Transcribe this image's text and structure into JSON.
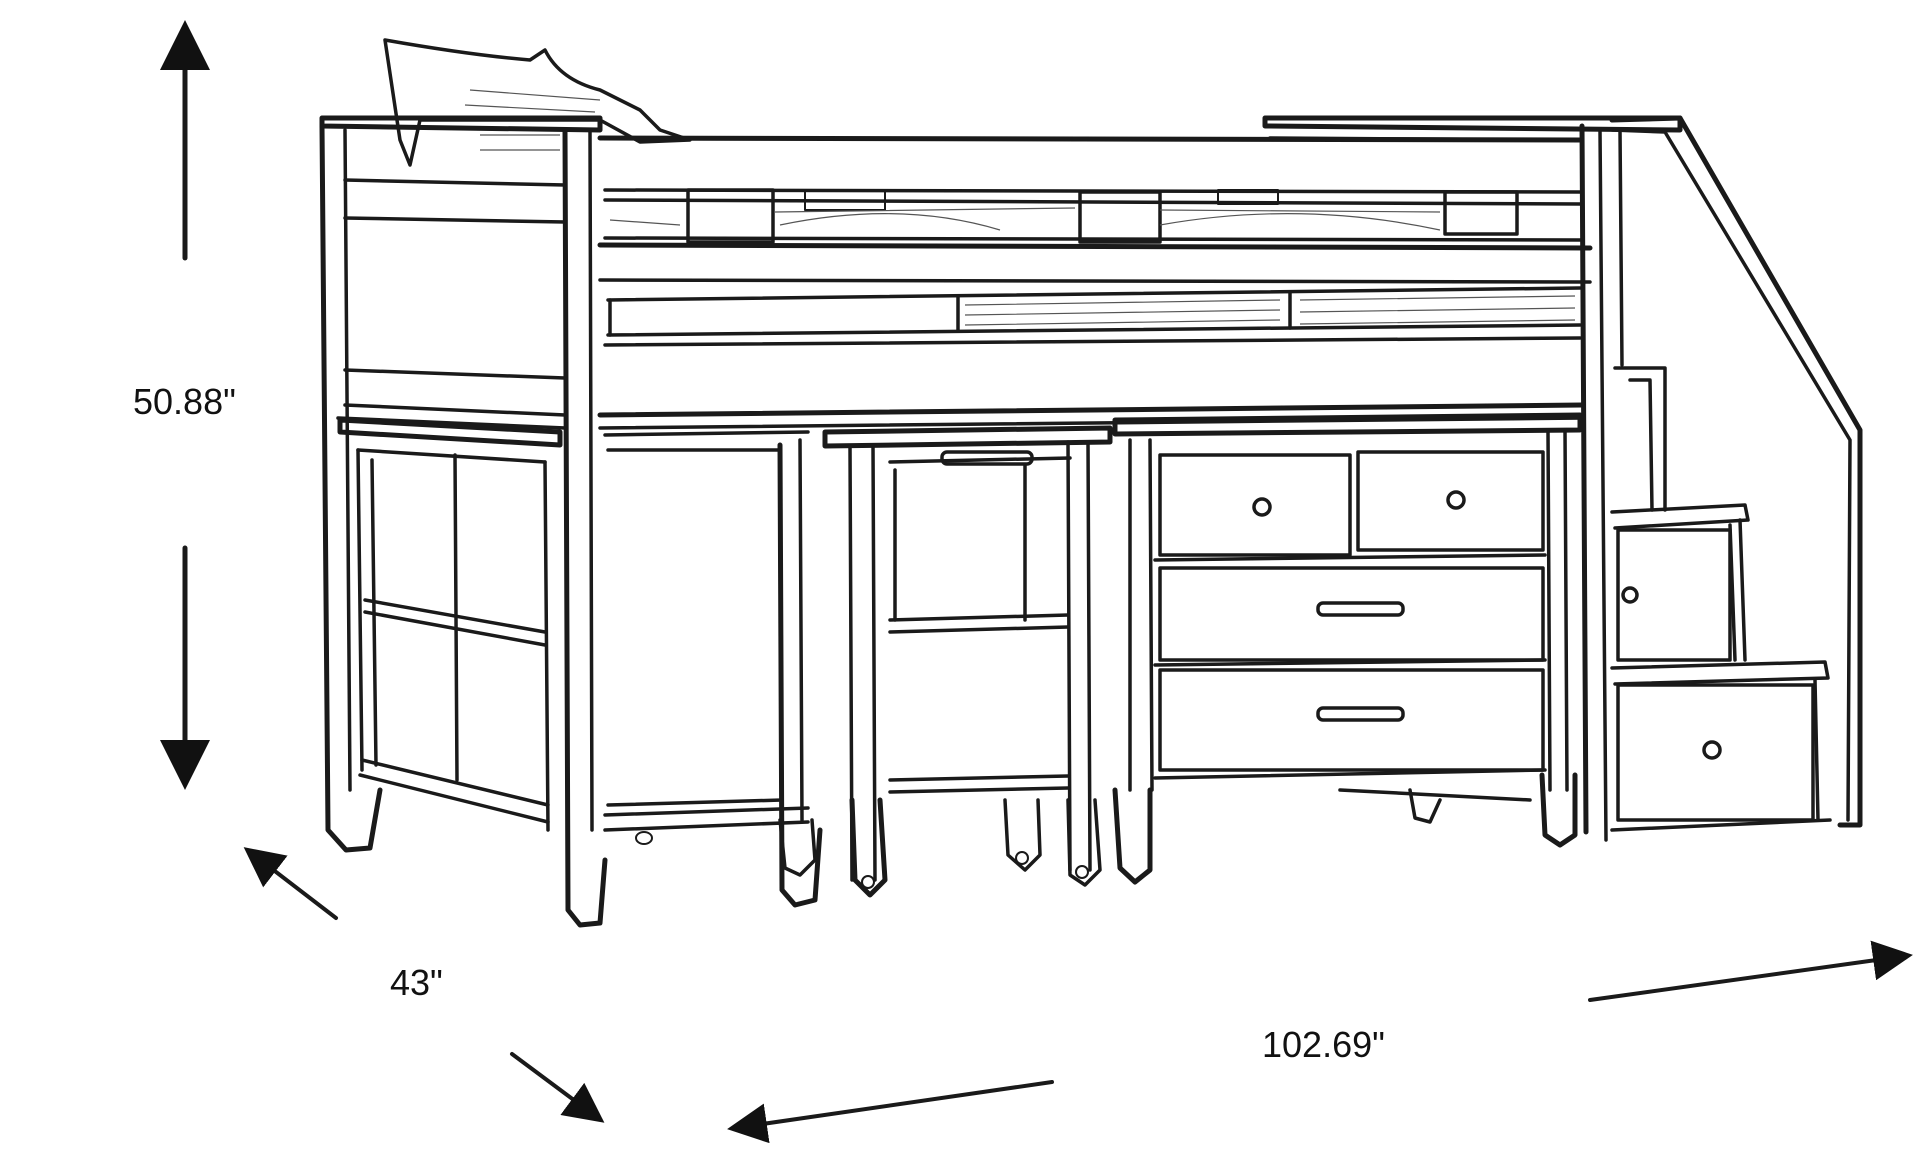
{
  "dimensions": {
    "height": "50.88\"",
    "depth": "43\"",
    "width": "102.69\""
  },
  "colors": {
    "line": "#1a1a1a",
    "background": "#ffffff"
  }
}
